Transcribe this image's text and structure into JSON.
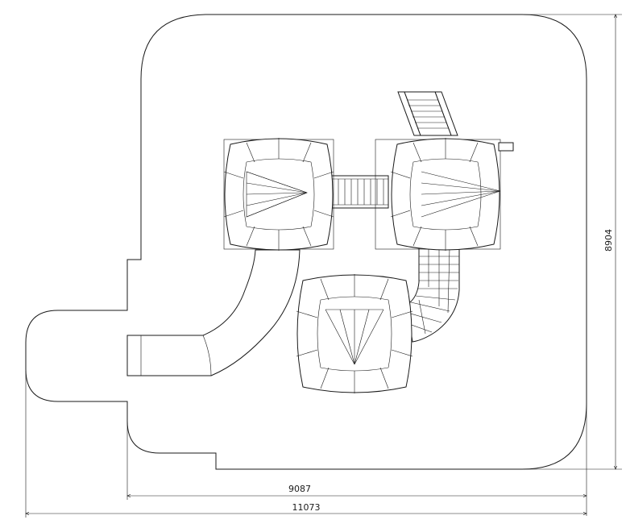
{
  "dimensions": {
    "width_inner": "9087",
    "width_total": "11073",
    "height_total": "8904"
  }
}
